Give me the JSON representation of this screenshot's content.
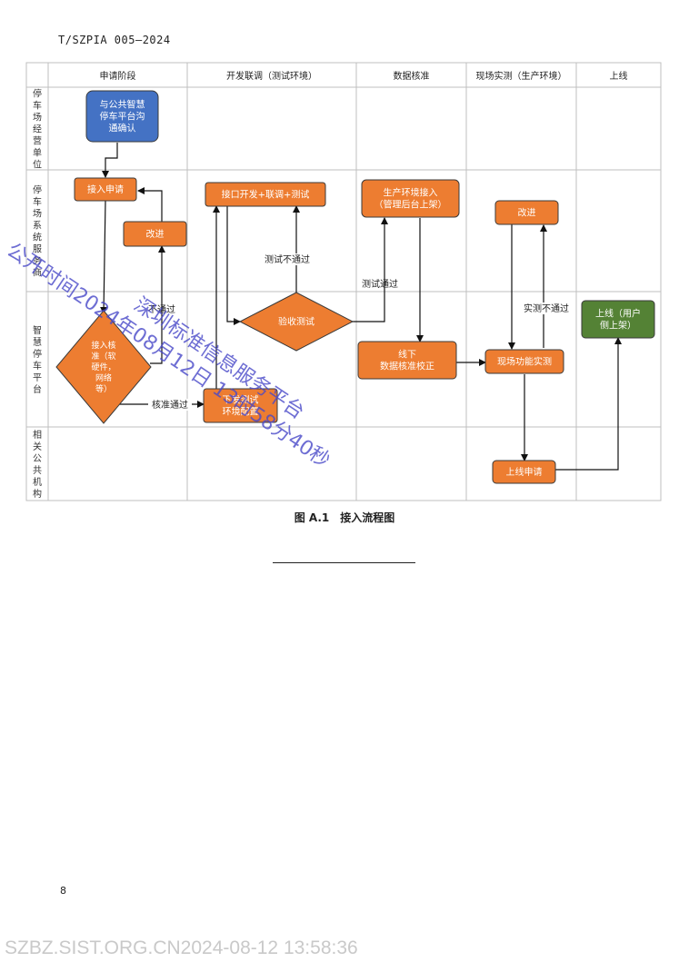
{
  "header": {
    "doc_code": "T/SZPIA 005—2024"
  },
  "flowchart": {
    "columns": [
      "申请阶段",
      "开发联调（测试环境）",
      "数据核准",
      "现场实测（生产环境）",
      "上线"
    ],
    "lanes": [
      "停车场经营单位",
      "停车场系统服务商",
      "智慧停车平台",
      "相关公共机构"
    ],
    "nodes": {
      "n_confirm": [
        "与公共智慧",
        "停车平台沟",
        "通确认"
      ],
      "n_apply": [
        "接入申请"
      ],
      "n_fix1": [
        "改进"
      ],
      "n_review": [
        "接入核",
        "准（软",
        "硬件，",
        "网络",
        "等）"
      ],
      "n_dev": [
        "接口开发+联调+测试"
      ],
      "n_env": [
        "下发测试",
        "环境配置"
      ],
      "n_accept": [
        "验收测试"
      ],
      "n_prod": [
        "生产环境接入",
        "（管理后台上架）"
      ],
      "n_offline": [
        "线下",
        "数据核准校正"
      ],
      "n_fix2": [
        "改进"
      ],
      "n_field": [
        "现场功能实测"
      ],
      "n_golive": [
        "上线（用户",
        "侧上架）"
      ],
      "n_online_apply": [
        "上线申请"
      ]
    },
    "edge_labels": {
      "review_pass": "核准通过",
      "review_fail": "不通过",
      "test_fail": "测试不通过",
      "test_pass": "测试通过",
      "field_fail": "实测不通过"
    }
  },
  "caption": "图 A.1　接入流程图",
  "page_number": "8",
  "footer_mark": "SZBZ.SIST.ORG.CN2024-08-12 13:58:36",
  "watermark": {
    "line1": "公开时间2024年08月12日 13时58分40秒",
    "line2": "深圳标准信息服务平台"
  },
  "colors": {
    "orange": "#ED7D31",
    "blue": "#4472C4",
    "green": "#548235",
    "grid": "#bfbfbf",
    "watermark": "#4848c8"
  }
}
